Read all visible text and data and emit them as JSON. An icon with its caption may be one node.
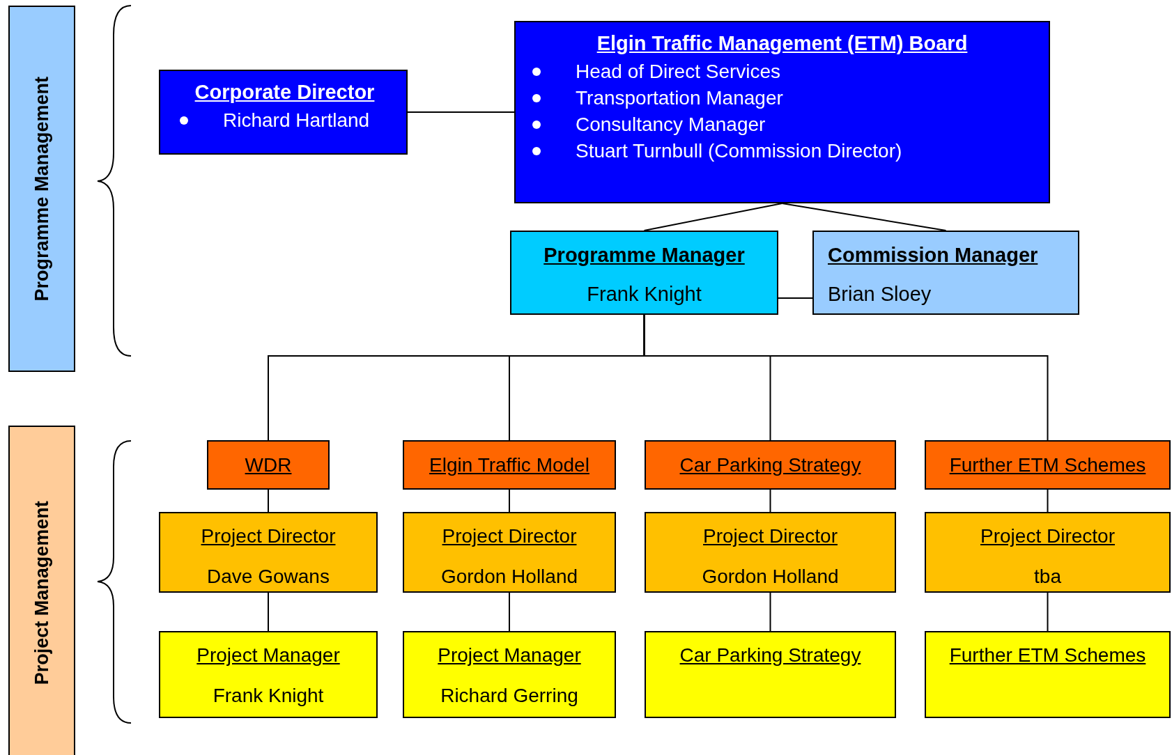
{
  "diagram": {
    "nodes": [
      {
        "text": [
          "Programme Management"
        ]
      },
      {
        "text": [
          "Project Management"
        ]
      },
      {
        "text": [
          "Corporate Director",
          "Richard Hartland"
        ]
      },
      {
        "text": [
          "Elgin Traffic Management (ETM) Board",
          "Head of Direct Services",
          "Transportation Manager",
          "Consultancy Manager",
          "Stuart Turnbull (Commission Director)"
        ]
      },
      {
        "text": [
          "Programme Manager",
          "Frank Knight"
        ]
      },
      {
        "text": [
          "Commission Manager",
          "Brian Sloey"
        ]
      },
      {
        "text": [
          "WDR"
        ]
      },
      {
        "text": [
          "Elgin Traffic Model"
        ]
      },
      {
        "text": [
          "Car Parking Strategy"
        ]
      },
      {
        "text": [
          "Further ETM Schemes"
        ]
      },
      {
        "text": [
          "Project Director",
          "Dave Gowans"
        ]
      },
      {
        "text": [
          "Project Director",
          "Gordon Holland"
        ]
      },
      {
        "text": [
          "Project Director",
          "Gordon Holland"
        ]
      },
      {
        "text": [
          "Project Director",
          "tba"
        ]
      },
      {
        "text": [
          "Project Manager",
          "Frank Knight"
        ]
      },
      {
        "text": [
          "Project Manager",
          "Richard Gerring"
        ]
      },
      {
        "text": [
          "Car Parking Strategy"
        ]
      },
      {
        "text": [
          "Further ETM Schemes"
        ]
      }
    ],
    "edges": [
      {
        "from": 2,
        "to": 3,
        "arrow": "none"
      },
      {
        "from": 3,
        "to": 4,
        "arrow": "none"
      },
      {
        "from": 3,
        "to": 5,
        "arrow": "none"
      },
      {
        "from": 4,
        "to": 5,
        "arrow": "none"
      },
      {
        "from": 4,
        "to": 6,
        "arrow": "none"
      },
      {
        "from": 4,
        "to": 7,
        "arrow": "none"
      },
      {
        "from": 4,
        "to": 8,
        "arrow": "none"
      },
      {
        "from": 4,
        "to": 9,
        "arrow": "none"
      },
      {
        "from": 6,
        "to": 10,
        "arrow": "none"
      },
      {
        "from": 7,
        "to": 11,
        "arrow": "none"
      },
      {
        "from": 8,
        "to": 12,
        "arrow": "none"
      },
      {
        "from": 9,
        "to": 13,
        "arrow": "none"
      },
      {
        "from": 10,
        "to": 14,
        "arrow": "none"
      },
      {
        "from": 11,
        "to": 15,
        "arrow": "none"
      },
      {
        "from": 12,
        "to": 16,
        "arrow": "none"
      },
      {
        "from": 13,
        "to": 17,
        "arrow": "none"
      }
    ]
  }
}
